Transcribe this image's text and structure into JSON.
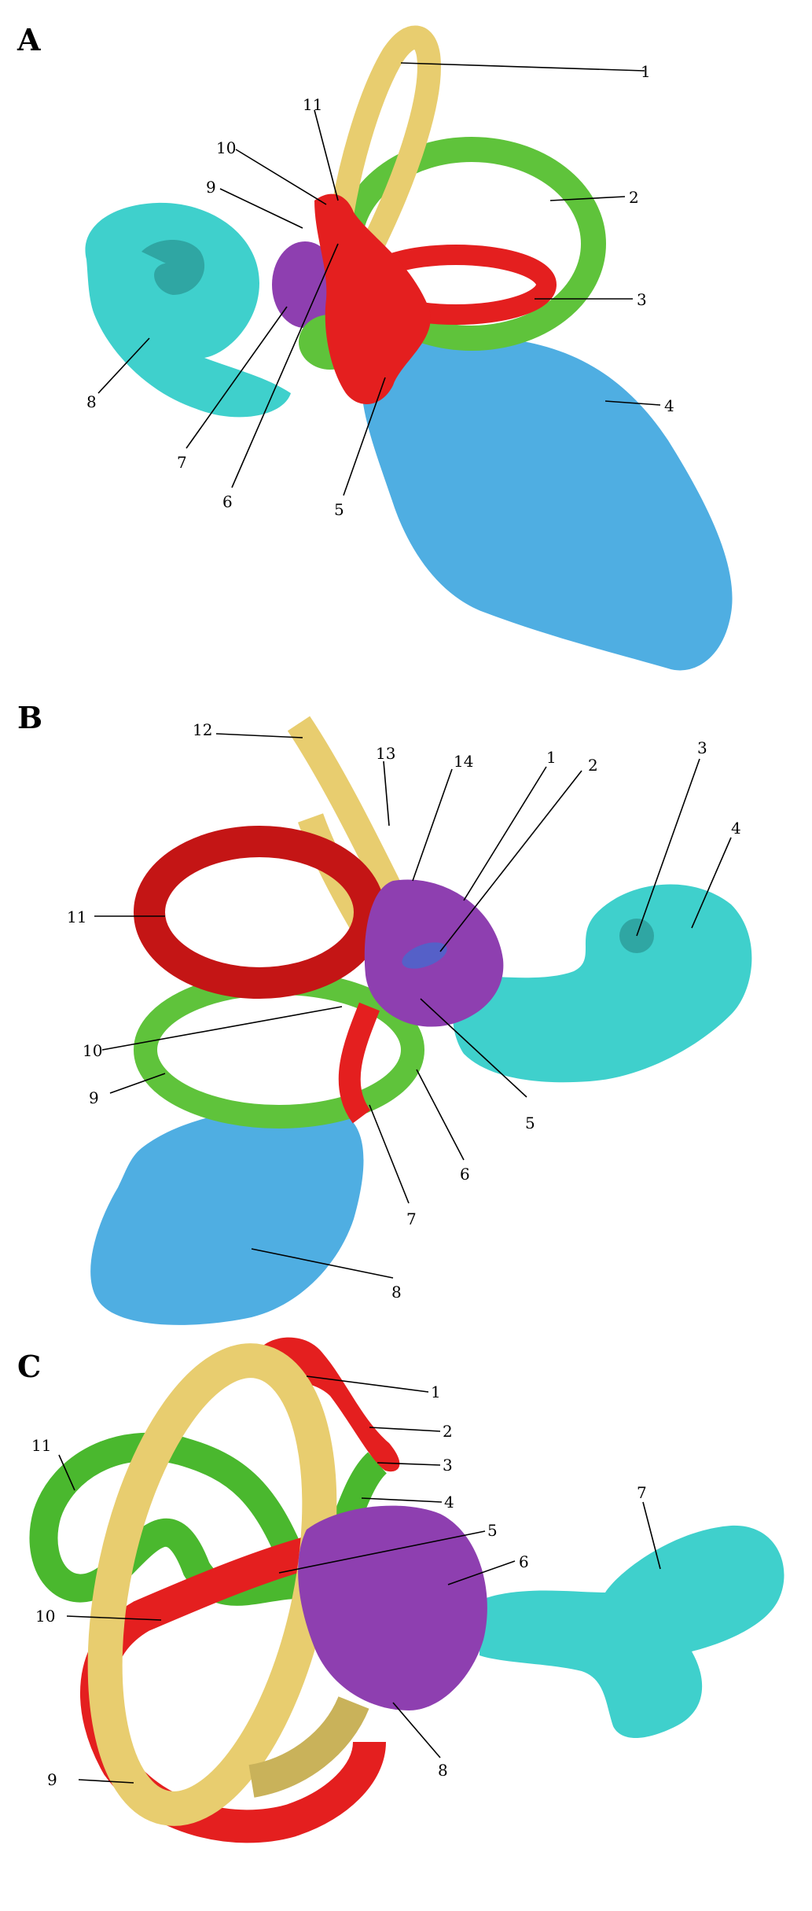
{
  "panels": [
    {
      "letter": "A",
      "labels": [
        "1",
        "2",
        "3",
        "4",
        "5",
        "6",
        "7",
        "8",
        "9",
        "10",
        "11"
      ]
    },
    {
      "letter": "B",
      "labels": [
        "1",
        "2",
        "3",
        "4",
        "5",
        "6",
        "7",
        "8",
        "9",
        "10",
        "11",
        "12",
        "13",
        "14"
      ]
    },
    {
      "letter": "C",
      "labels": [
        "1",
        "2",
        "3",
        "4",
        "5",
        "6",
        "7",
        "8",
        "9",
        "10",
        "11"
      ]
    }
  ],
  "colors": {
    "yellow": "#e8cd6f",
    "green": "#5fc33b",
    "red": "#e41f1f",
    "blue": "#4faee2",
    "cyan": "#3fd0cc",
    "purple": "#8e3fb0"
  }
}
